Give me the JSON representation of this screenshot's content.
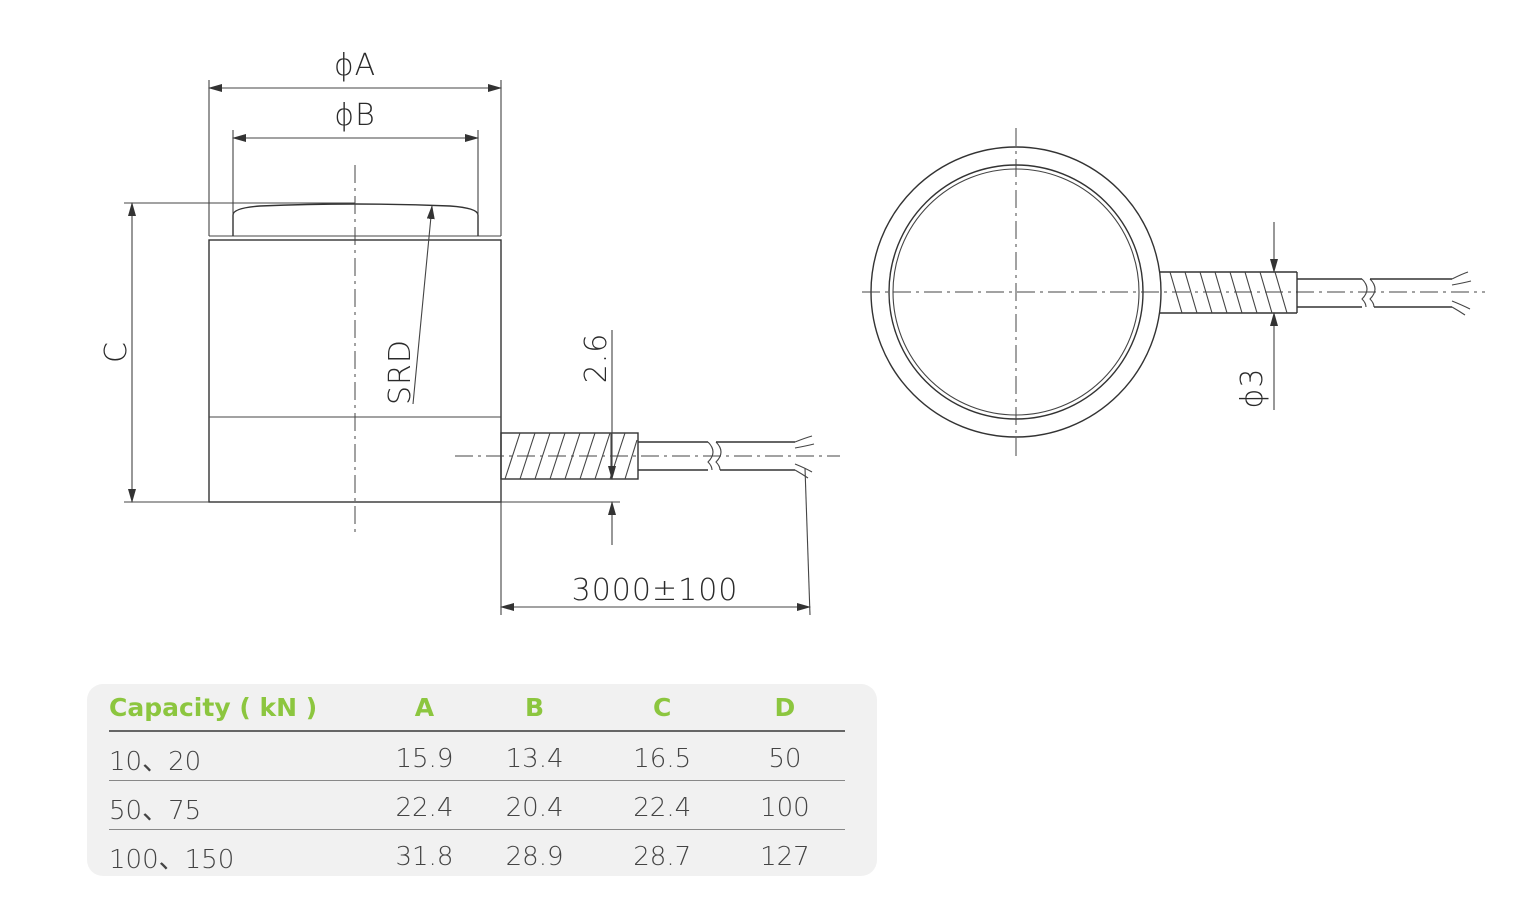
{
  "diagram": {
    "labels": {
      "phi_a": "ϕA",
      "phi_b": "ϕB",
      "c": "C",
      "srd": "SRD",
      "gap": "2.6",
      "cable_length": "3000±100",
      "cable_dia": "ϕ3"
    }
  },
  "table": {
    "headers": [
      "Capacity ( kN )",
      "A",
      "B",
      "C",
      "D"
    ],
    "rows": [
      [
        "10、20",
        "15.9",
        "13.4",
        "16.5",
        "50"
      ],
      [
        "50、75",
        "22.4",
        "20.4",
        "22.4",
        "100"
      ],
      [
        "100、150",
        "31.8",
        "28.9",
        "28.7",
        "127"
      ]
    ],
    "header_color": "#8cc63f"
  }
}
